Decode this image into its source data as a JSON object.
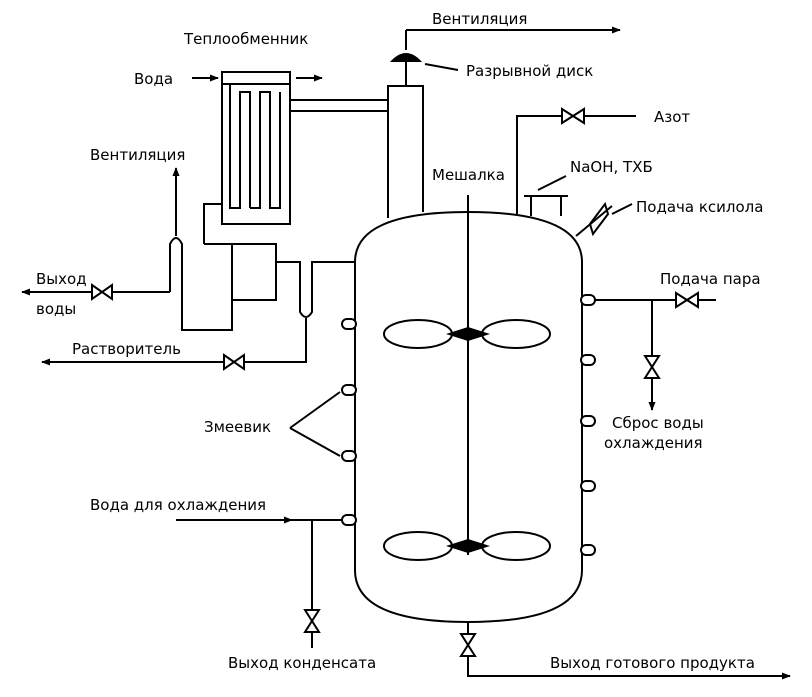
{
  "labels": {
    "heat_exchanger": "Теплообменник",
    "ventilation_top": "Вентиляция",
    "water_in": "Вода",
    "rupture_disc": "Разрывной диск",
    "nitrogen": "Азот",
    "ventilation_left": "Вентиляция",
    "stirrer": "Мешалка",
    "naoh_txb": "NaOH, ТХБ",
    "xylene_feed": "Подача ксилола",
    "water_out_line1": "Выход",
    "water_out_line2": "воды",
    "steam_feed": "Подача пара",
    "solvent": "Растворитель",
    "coil": "Змеевик",
    "cooling_discharge_line1": "Сброс воды",
    "cooling_discharge_line2": "охлаждения",
    "cooling_water": "Вода для охлаждения",
    "condensate_out": "Выход конденсата",
    "product_out": "Выход готового продукта"
  }
}
